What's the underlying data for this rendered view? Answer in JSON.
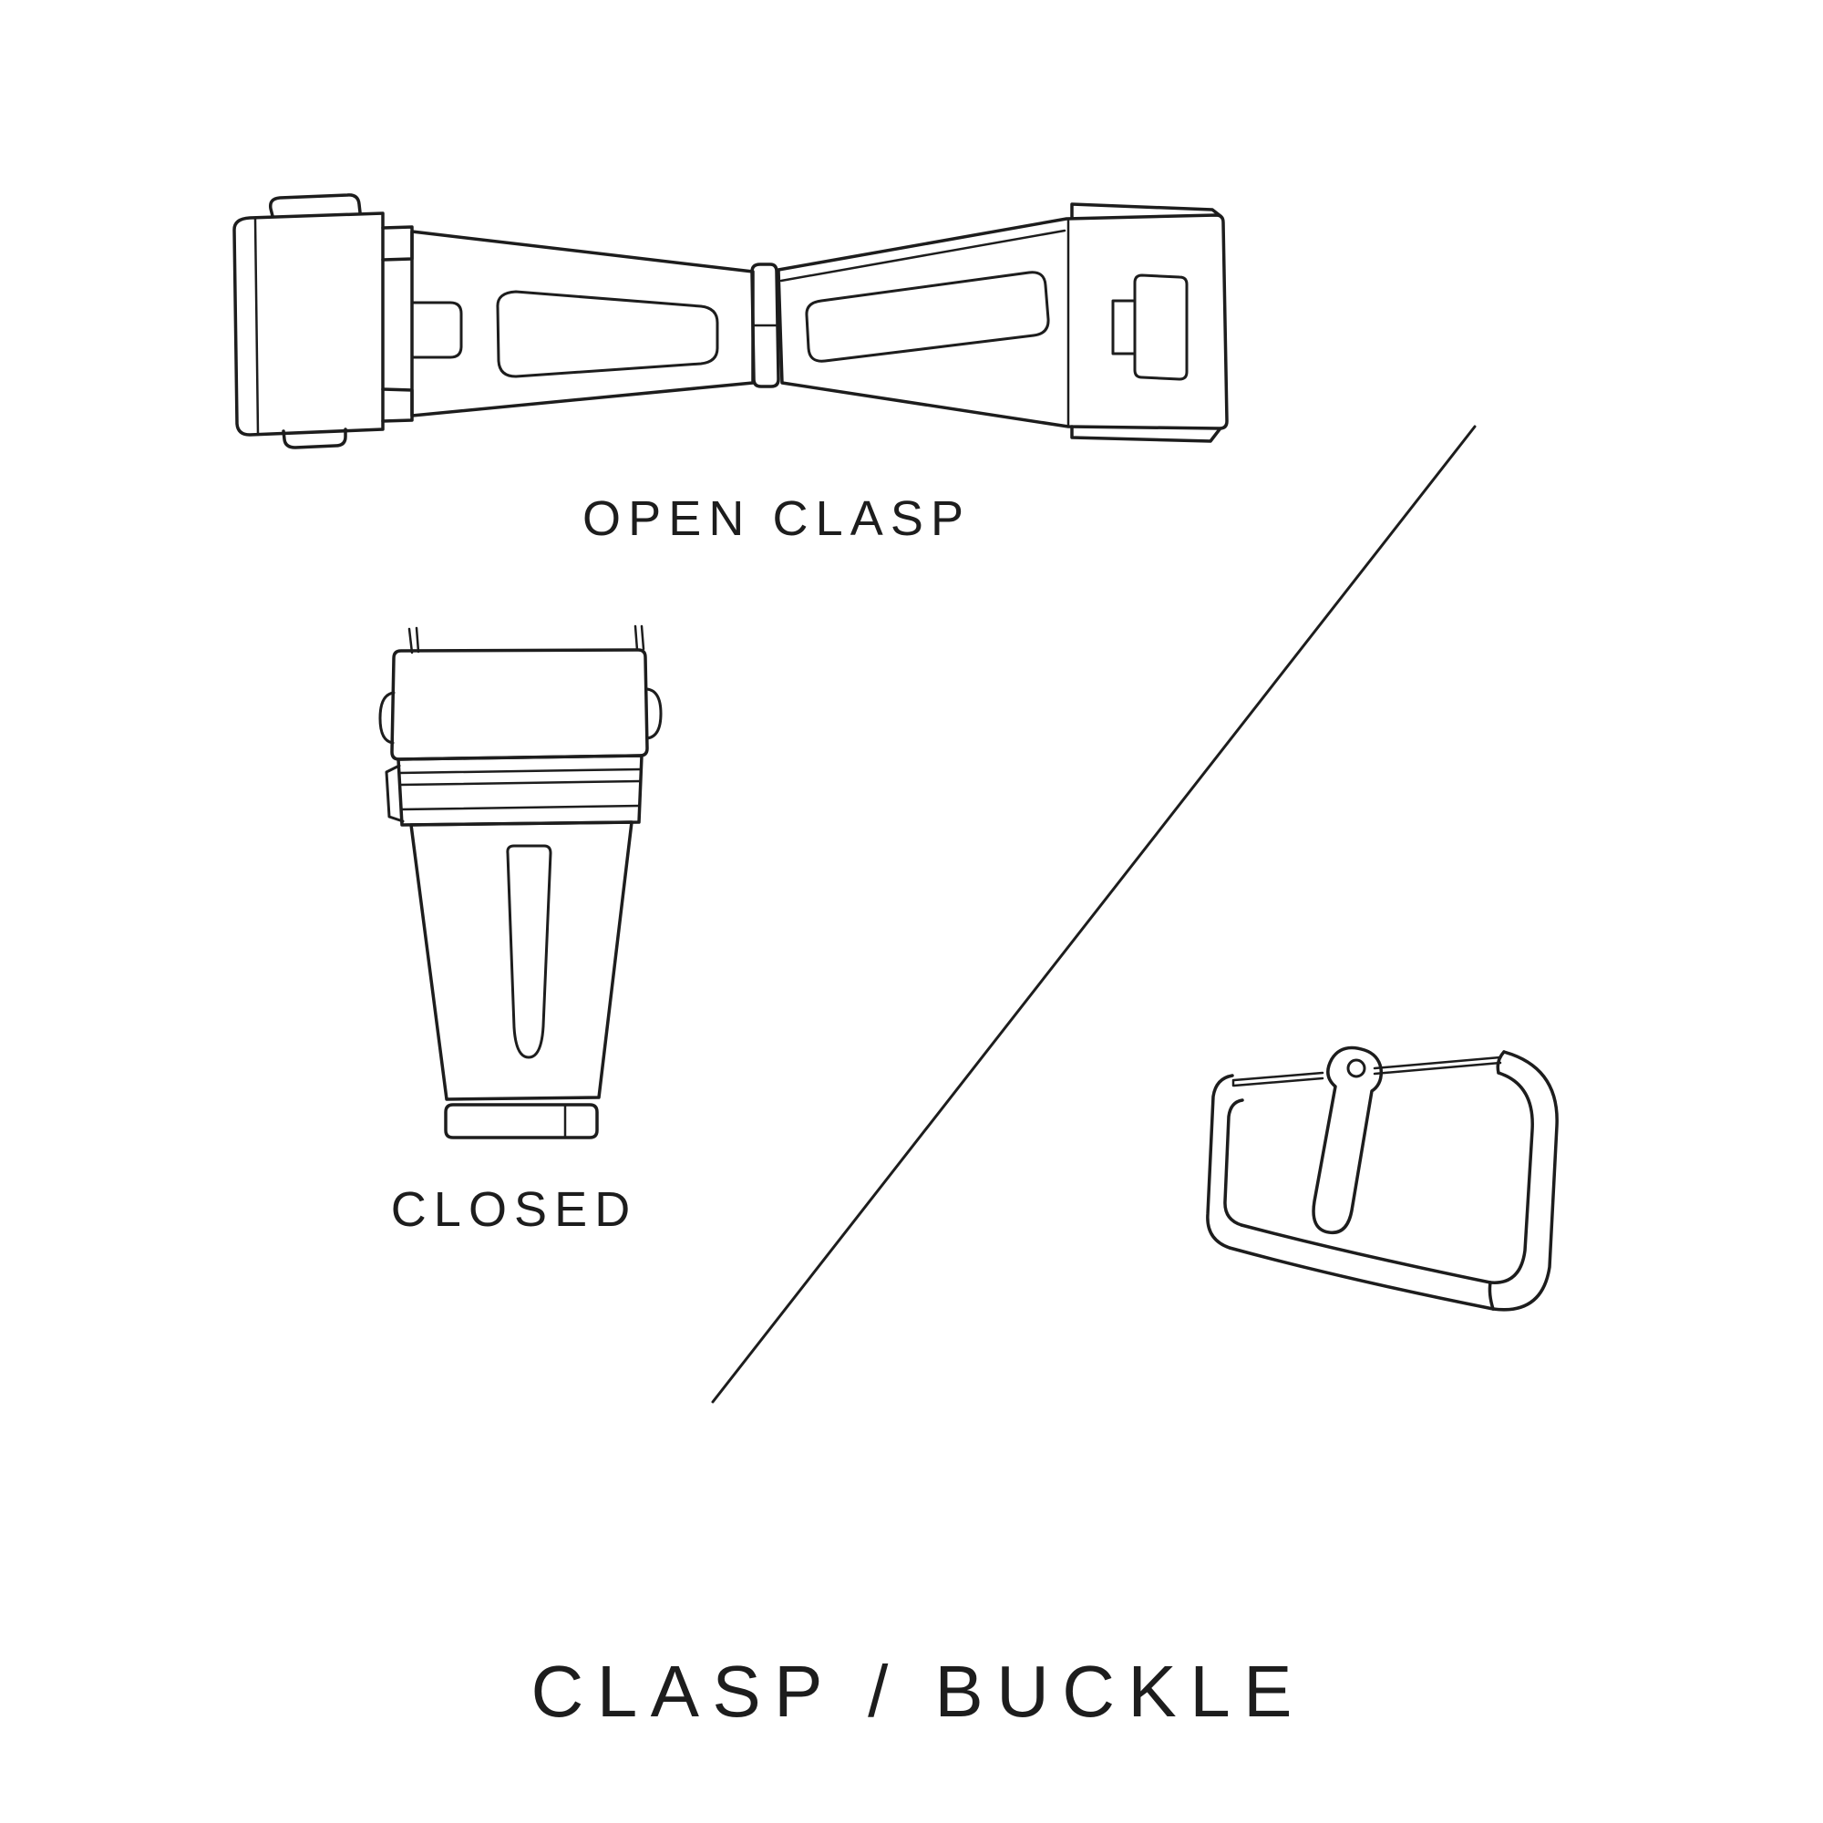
{
  "page": {
    "background_color": "#ffffff",
    "line_color": "#1d1d1d",
    "text_color": "#1d1d1d"
  },
  "captions": {
    "open_clasp": "OPEN CLASP",
    "closed": "CLOSED"
  },
  "title": "CLASP / BUCKLE",
  "figures": [
    "open-clasp-illustration",
    "closed-clasp-illustration",
    "tang-buckle-illustration",
    "diagonal-divider"
  ]
}
